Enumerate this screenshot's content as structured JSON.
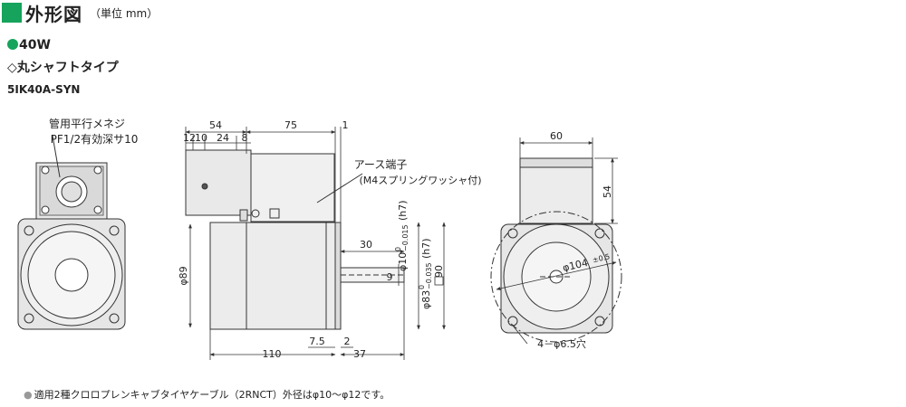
{
  "header": {
    "title": "外形図",
    "unit": "（単位 mm）",
    "accent_color": "#16a35c"
  },
  "spec": {
    "power": "40W",
    "shaft_type": "◇丸シャフトタイプ",
    "model": "5IK40A-SYN"
  },
  "labels": {
    "tube_nut_1": "管用平行メネジ",
    "tube_nut_2": "PF1/2有効深サ10",
    "earth_1": "アース端子",
    "earth_2": "(M4スプリングワッシャ付)",
    "mount_holes": "4－φ6.5穴"
  },
  "dims": {
    "d54": "54",
    "d75": "75",
    "d1": "1",
    "d12": "12",
    "d10": "10",
    "d24": "24",
    "d8": "8",
    "d30": "30",
    "d9": "9",
    "d89": "φ89",
    "shaft_dia": "φ10",
    "shaft_tol_top": "0",
    "shaft_tol_bot": "−0.015",
    "shaft_fit": "(h7)",
    "pilot_dia": "φ83",
    "pilot_tol_top": "0",
    "pilot_tol_bot": "−0.035",
    "pilot_fit": "(h7)",
    "sq90": "90",
    "d110": "110",
    "d7_5": "7.5",
    "d2": "2",
    "d37": "37",
    "d60": "60",
    "d54_side": "54",
    "pcd": "φ104",
    "pcd_tol": "±0.5"
  },
  "footnote": "適用2種クロロプレンキャブタイヤケーブル（2RNCT）外径はφ10～φ12です。"
}
